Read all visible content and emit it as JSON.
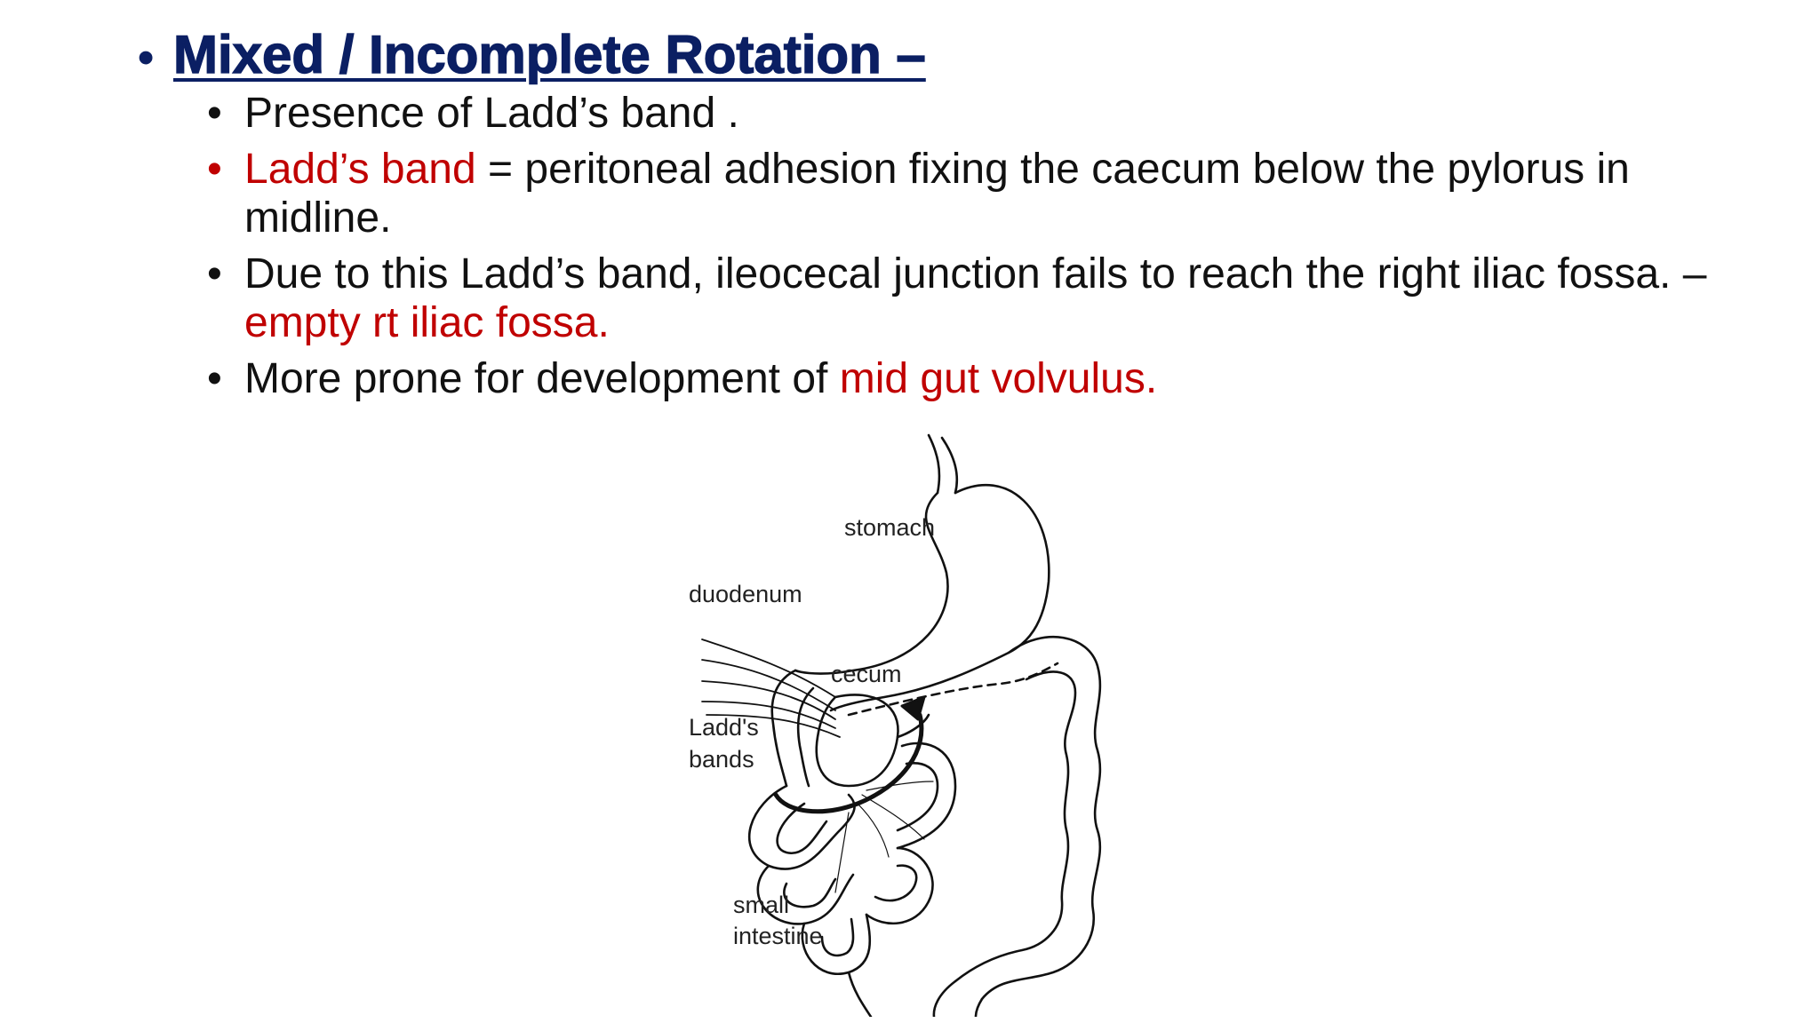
{
  "heading": {
    "bullet": "•",
    "title": "Mixed / Incomplete Rotation –"
  },
  "bullets": [
    {
      "parts": [
        "Presence of Ladd’s band ."
      ]
    },
    {
      "parts": [
        "Ladd’s band",
        " = peritoneal adhesion fixing the caecum below the pylorus in midline."
      ]
    },
    {
      "parts": [
        "Due to this Ladd’s band, ileocecal junction fails to reach the right iliac fossa. – ",
        "empty rt iliac fossa."
      ]
    },
    {
      "parts": [
        "More prone for development of ",
        "mid gut volvulus."
      ]
    }
  ],
  "diagram": {
    "labels": {
      "stomach": "stomach",
      "duodenum": "duodenum",
      "cecum": "cecum",
      "ladds_line1": "Ladd's",
      "ladds_line2": "bands",
      "small_line1": "small",
      "small_line2": "intestine"
    }
  },
  "colors": {
    "heading": "#0b1f63",
    "accent_red": "#c00000",
    "body_text": "#111111"
  }
}
